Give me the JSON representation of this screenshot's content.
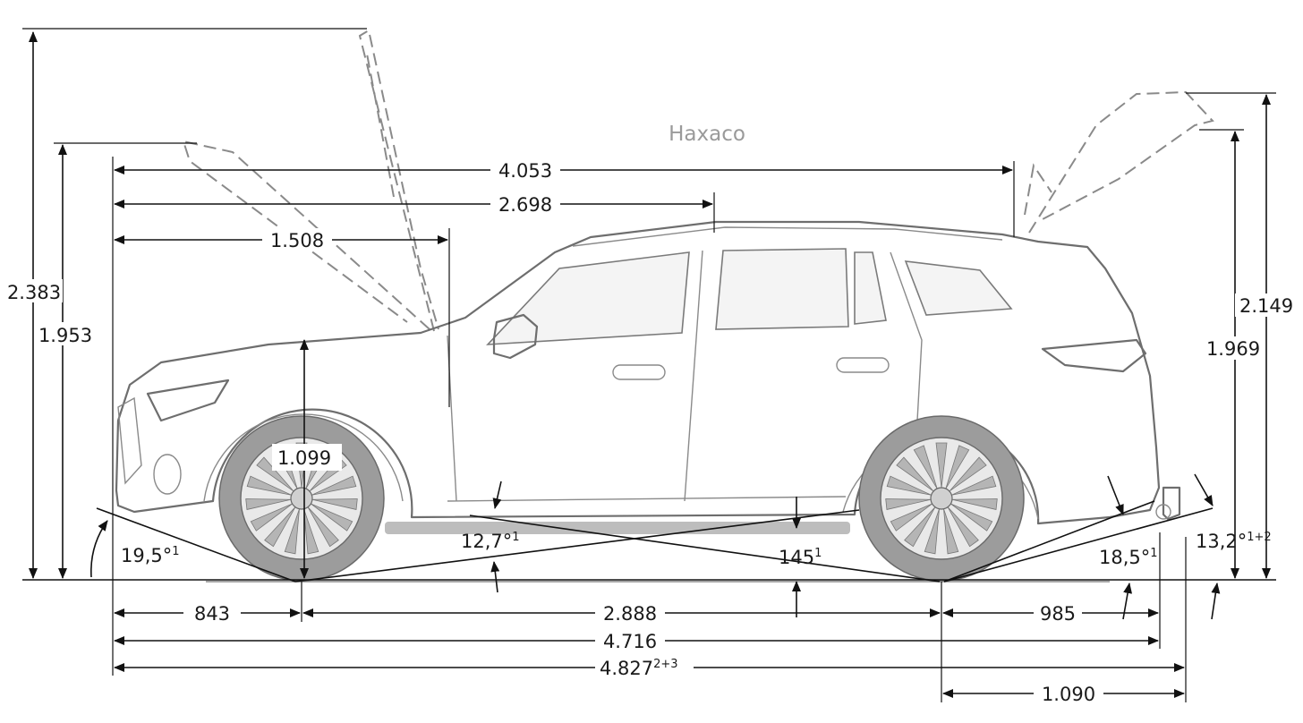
{
  "watermark": "Haxaco",
  "dimensions": {
    "height_hood_open": "2.383",
    "height_bonnet_open": "1.953",
    "length_to_tailgate": "4.053",
    "length_to_bpillar": "2.698",
    "length_to_apillar": "1.508",
    "front_height": "1.099",
    "tailgate_open_height": "2.149",
    "rear_height": "1.969",
    "approach_angle": "19,5°",
    "approach_angle_note": "1",
    "breakover_angle": "12,7°",
    "breakover_angle_note": "1",
    "ground_clearance": "145",
    "ground_clearance_note": "1",
    "departure_angle": "18,5°",
    "departure_angle_note": "1",
    "departure_angle_hitch": "13,2°",
    "departure_angle_hitch_note": "1+2",
    "front_overhang": "843",
    "wheelbase": "2.888",
    "rear_overhang": "985",
    "overall_length": "4.716",
    "overall_length_hitch": "4.827",
    "overall_length_hitch_note": "2+3",
    "rear_overhang_hitch": "1.090"
  }
}
